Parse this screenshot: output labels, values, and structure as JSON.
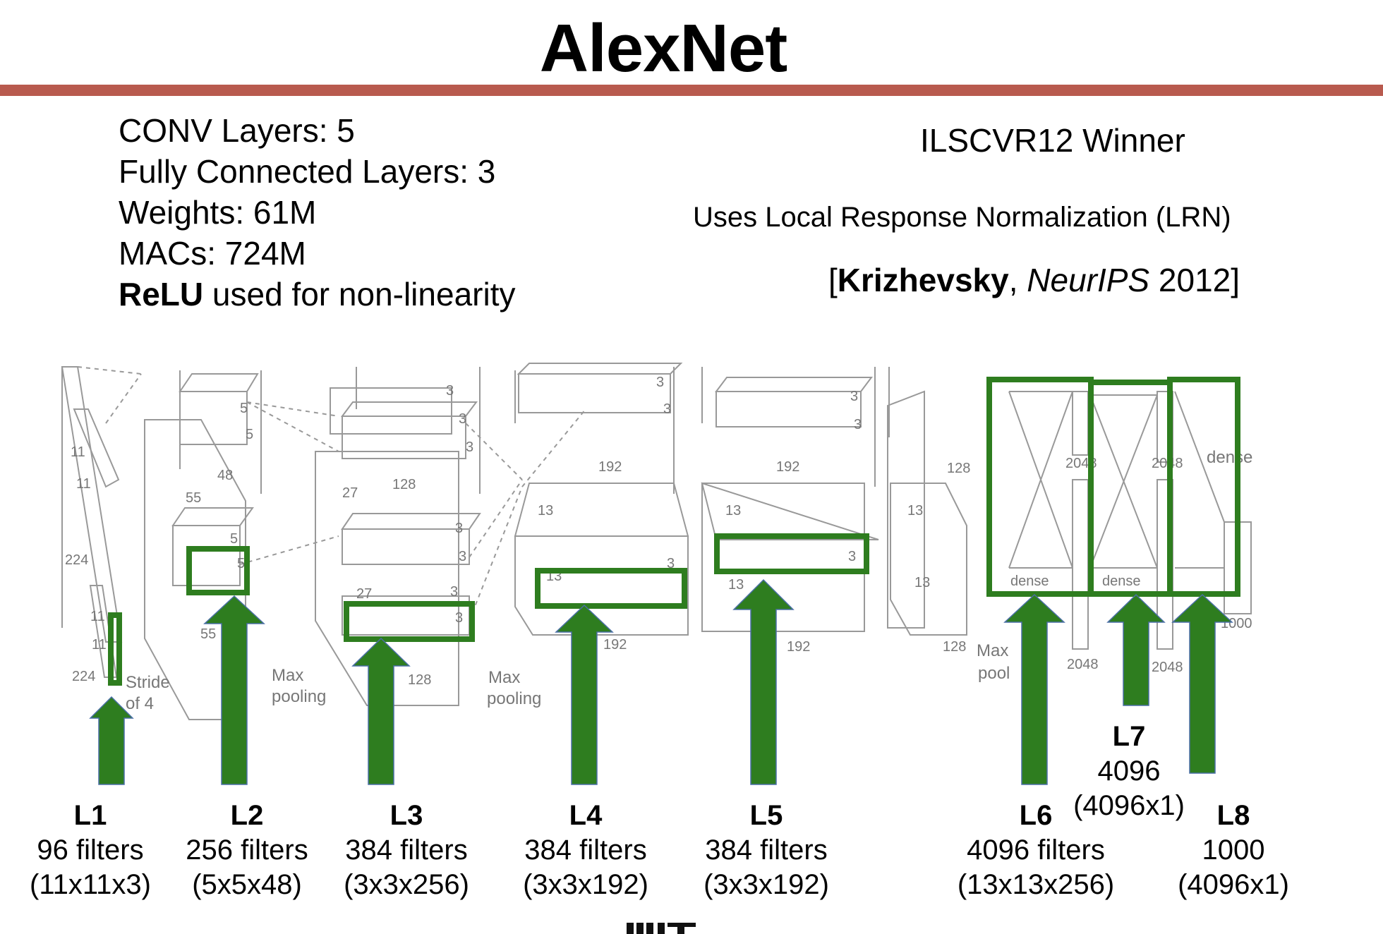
{
  "title": "AlexNet",
  "accent_color": "#b85a4e",
  "highlight_color": "#2e7d1f",
  "stats": {
    "conv_layers": "CONV Layers: 5",
    "fc_layers": "Fully Connected Layers: 3",
    "weights": "Weights: 61M",
    "macs": "MACs: 724M",
    "relu_bold": "ReLU",
    "relu_rest": " used for non-linearity"
  },
  "winner": "ILSCVR12 Winner",
  "lrn": "Uses Local Response Normalization (LRN)",
  "citation": {
    "open": "[",
    "author": "Krizhevsky",
    "sep": ", ",
    "venue": "NeurIPS",
    "year": " 2012]"
  },
  "diagram": {
    "dims": [
      "11",
      "11",
      "224",
      "11",
      "11",
      "224",
      "5",
      "5",
      "48",
      "55",
      "5",
      "5",
      "55",
      "3",
      "3",
      "3",
      "128",
      "27",
      "3",
      "3",
      "27",
      "3",
      "3",
      "128",
      "3",
      "3",
      "192",
      "13",
      "3",
      "13",
      "192",
      "3",
      "3",
      "192",
      "13",
      "3",
      "13",
      "192",
      "128",
      "13",
      "13",
      "128",
      "2048",
      "2048",
      "2048",
      "2048",
      "dense",
      "dense",
      "dense",
      "1000"
    ],
    "texts": {
      "stride": "Stride",
      "of4": "of 4",
      "max": "Max",
      "pooling": "pooling",
      "pool": "pool"
    }
  },
  "layers": [
    {
      "name": "L1",
      "line1": "96 filters",
      "line2": "(11x11x3)"
    },
    {
      "name": "L2",
      "line1": "256 filters",
      "line2": "(5x5x48)"
    },
    {
      "name": "L3",
      "line1": "384 filters",
      "line2": "(3x3x256)"
    },
    {
      "name": "L4",
      "line1": "384 filters",
      "line2": "(3x3x192)"
    },
    {
      "name": "L5",
      "line1": "384 filters",
      "line2": "(3x3x192)"
    },
    {
      "name": "L6",
      "line1": "4096 filters",
      "line2": "(13x13x256)"
    },
    {
      "name": "L7",
      "line1": "4096",
      "line2": "(4096x1)"
    },
    {
      "name": "L8",
      "line1": "1000",
      "line2": "(4096x1)"
    }
  ]
}
